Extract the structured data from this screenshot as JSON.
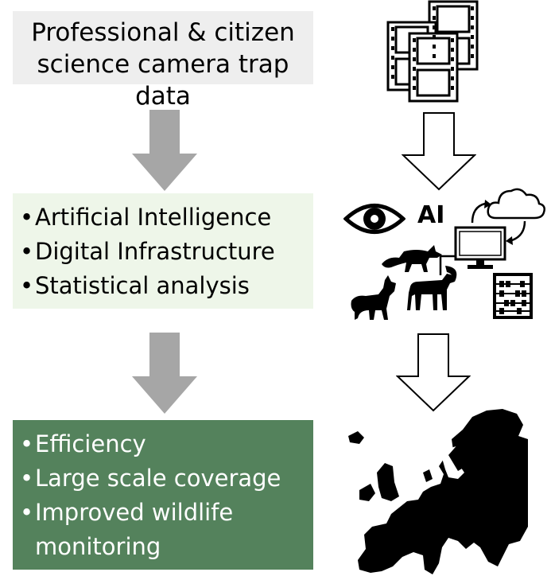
{
  "source_box": {
    "line1": "Professional & citizen",
    "line2": "science camera trap data"
  },
  "methods_box": {
    "items": [
      "Artificial Intelligence",
      "Digital Infrastructure",
      "Statistical analysis"
    ]
  },
  "outcomes_box": {
    "items": [
      "Efficiency",
      "Large scale coverage",
      "Improved wildlife monitoring"
    ]
  },
  "ai_label": "AI",
  "colors": {
    "source_bg": "#eeeeee",
    "methods_bg": "#eef6e9",
    "outcomes_bg": "#54825c",
    "grey_arrow": "#a6a6a6"
  },
  "icons": [
    "film-strip-icon",
    "eye-icon",
    "fox-icon",
    "wolf-icon",
    "ibex-icon",
    "computer-icon",
    "cloud-icon",
    "abacus-icon",
    "europe-map-icon"
  ]
}
